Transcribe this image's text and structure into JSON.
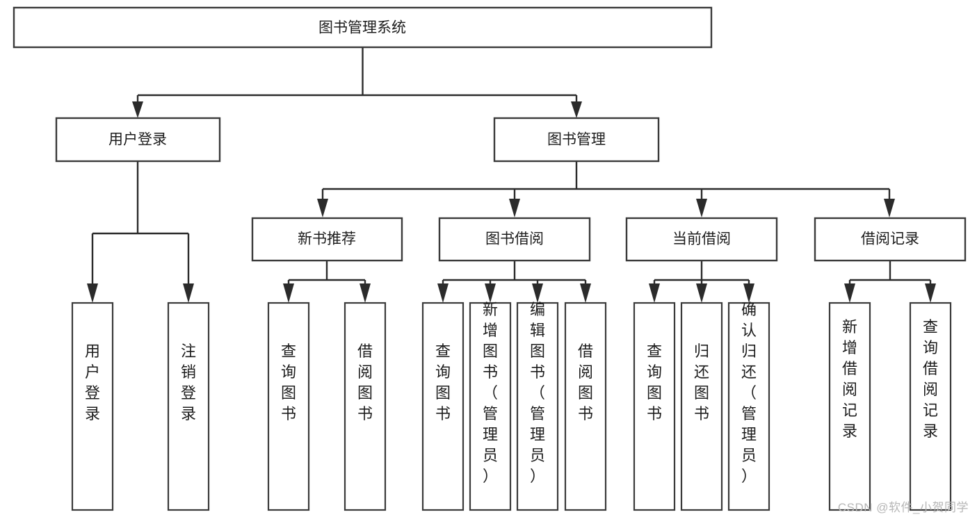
{
  "diagram": {
    "type": "tree-hierarchy",
    "title": "图书管理系统",
    "orientation": "top-down",
    "colors": {
      "box_stroke": "#3a3a3a",
      "box_fill": "#ffffff",
      "connector": "#2b2b2b",
      "text": "#1c1c1c",
      "watermark": "#b6b6b6",
      "background": "#ffffff"
    },
    "root": {
      "label": "图书管理系统"
    },
    "level2": [
      {
        "label": "用户登录"
      },
      {
        "label": "图书管理"
      }
    ],
    "level3": [
      {
        "label": "新书推荐"
      },
      {
        "label": "图书借阅"
      },
      {
        "label": "当前借阅"
      },
      {
        "label": "借阅记录"
      }
    ],
    "leaves": {
      "user_login": [
        {
          "label": "用户登录"
        },
        {
          "label": "注销登录"
        }
      ],
      "new_book_recommend": [
        {
          "label": "查询图书"
        },
        {
          "label": "借阅图书"
        }
      ],
      "book_borrow": [
        {
          "label": "查询图书"
        },
        {
          "label": "新增图书（管理员）"
        },
        {
          "label": "编辑图书（管理员）"
        },
        {
          "label": "借阅图书"
        }
      ],
      "current_borrow": [
        {
          "label": "查询图书"
        },
        {
          "label": "归还图书"
        },
        {
          "label": "确认归还（管理员）"
        }
      ],
      "borrow_record": [
        {
          "label": "新增借阅记录"
        },
        {
          "label": "查询借阅记录"
        }
      ]
    }
  },
  "watermark": {
    "text": "CSDN @软件_小贺同学"
  }
}
